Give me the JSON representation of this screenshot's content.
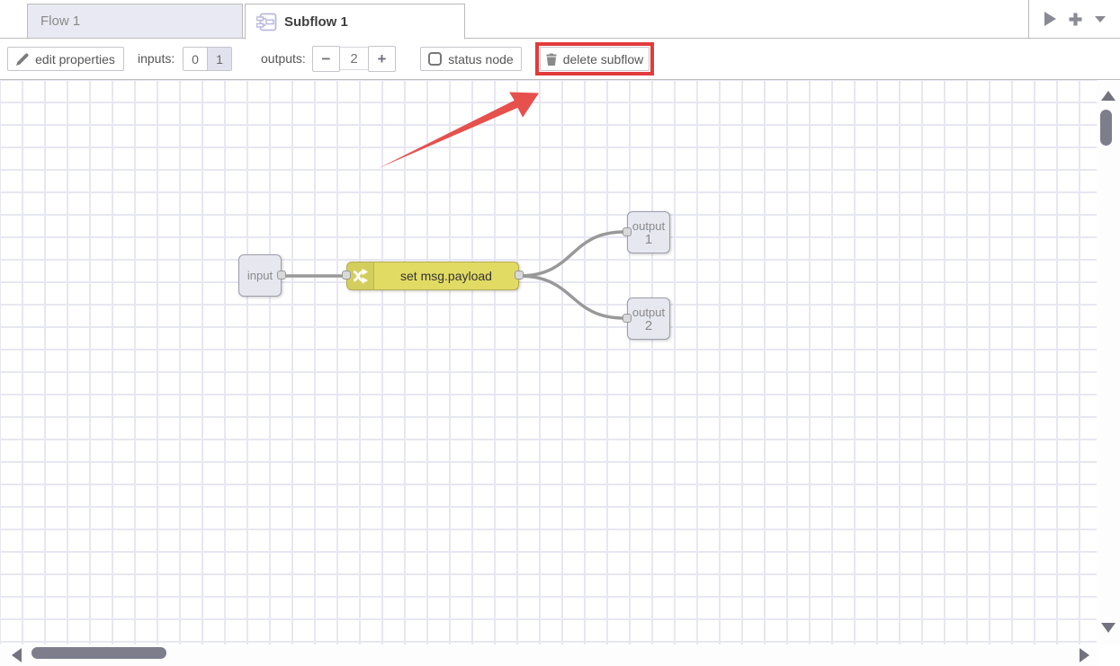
{
  "tab_bar": {
    "tabs": [
      {
        "label": "Flow 1",
        "active": false
      },
      {
        "label": "Subflow 1",
        "active": true
      }
    ]
  },
  "toolbar": {
    "edit_properties": "edit properties",
    "inputs_label": "inputs:",
    "inputs_options": [
      "0",
      "1"
    ],
    "inputs_selected": "1",
    "outputs_label": "outputs:",
    "outputs_decrease": "−",
    "outputs_value": "2",
    "outputs_increase": "+",
    "status_node": "status node",
    "status_checked": false,
    "delete_subflow": "delete subflow"
  },
  "canvas": {
    "input_node": {
      "label": "input"
    },
    "change_node": {
      "label": "set msg.payload"
    },
    "output_nodes": [
      {
        "label": "output",
        "number": "1"
      },
      {
        "label": "output",
        "number": "2"
      }
    ]
  },
  "annotations": {
    "highlight_target": "delete subflow button",
    "highlight_color": "#e23b3c"
  },
  "colors": {
    "change_node_fill": "#e2db63",
    "io_node_fill": "#e7e7f0",
    "wire": "#999999",
    "grid_line": "#e7e7f2",
    "tab_inactive_bg": "#e9e9f3",
    "scroll_thumb": "#7d7d8c"
  }
}
